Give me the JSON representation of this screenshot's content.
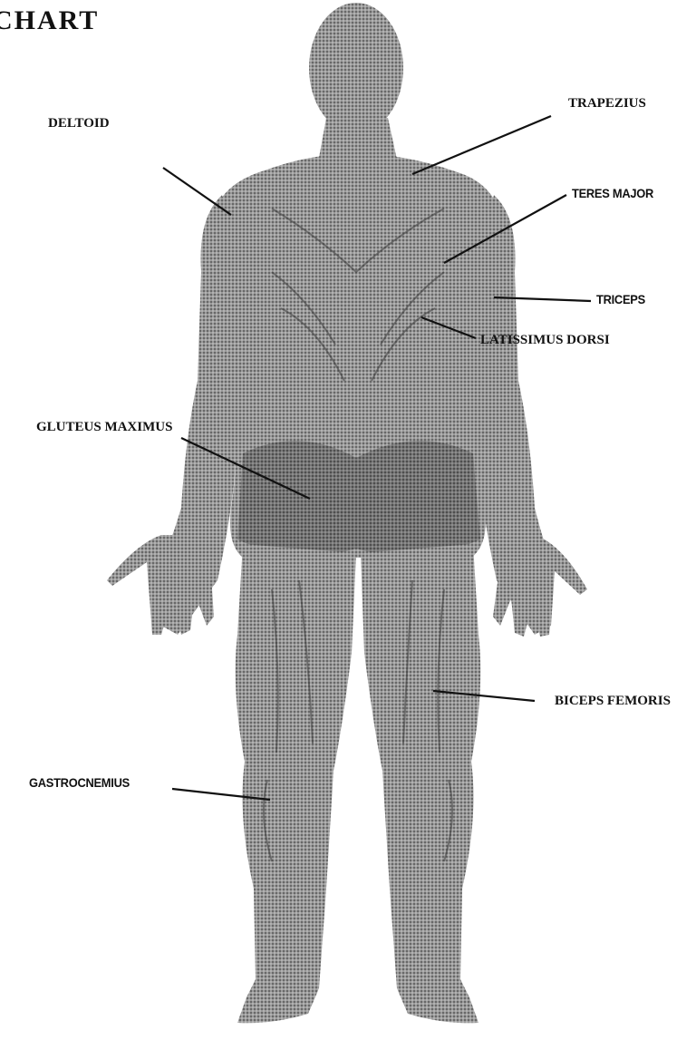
{
  "title": "CHART",
  "colors": {
    "ink": "#111111",
    "figure": "#8a8a8a",
    "shade": "#5a5a5a",
    "background": "#ffffff"
  },
  "labels": {
    "deltoid": "DELTOID",
    "trapezius": "TRAPEZIUS",
    "teres_major": "TERES MAJOR",
    "triceps": "TRICEPS",
    "latissimus_dorsi": "LATISSIMUS DORSI",
    "gluteus_maximus": "GLUTEUS MAXIMUS",
    "biceps_femoris": "BICEPS FEMORIS",
    "gastrocnemius": "GASTROCNEMIUS"
  }
}
